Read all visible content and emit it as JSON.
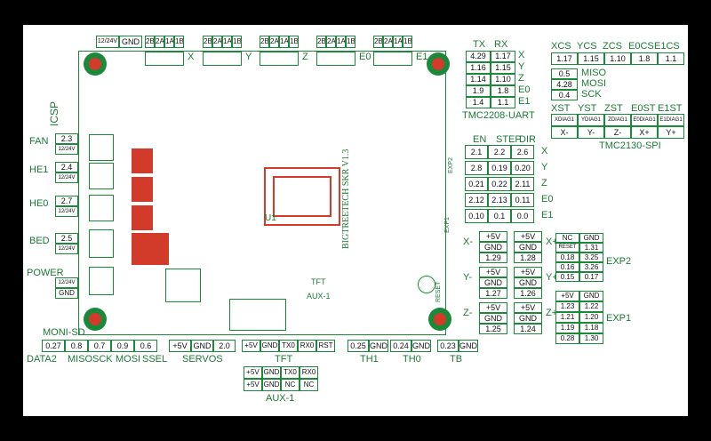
{
  "board": {
    "name": "BIGTREETECH SKR V1.3",
    "colors": {
      "background": "#ffffff",
      "outline": "#1a8a3a",
      "copper": "#d23a2a",
      "text": "#1a7a34",
      "frame": "#000000"
    }
  },
  "top_connectors": {
    "power_header": [
      "12/24V",
      "GND"
    ],
    "motor_pins": [
      "2B",
      "2A",
      "1A",
      "1B"
    ],
    "axes": [
      "X",
      "Y",
      "Z",
      "E0",
      "E1"
    ]
  },
  "uart": {
    "title": "TMC2208-UART",
    "headers": [
      "TX",
      "RX"
    ],
    "rows": [
      [
        "4.29",
        "1.17",
        "X"
      ],
      [
        "1.16",
        "1.15",
        "Y"
      ],
      [
        "1.14",
        "1.10",
        "Z"
      ],
      [
        "1.9",
        "1.8",
        "E0"
      ],
      [
        "1.4",
        "1.1",
        "E1"
      ]
    ]
  },
  "spi": {
    "title": "TMC2130-SPI",
    "cs_headers": [
      "XCS",
      "YCS",
      "ZCS",
      "E0CS",
      "E1CS"
    ],
    "cs_values": [
      "1.17",
      "1.15",
      "1.10",
      "1.8",
      "1.1"
    ],
    "bus": [
      [
        "0.5",
        "MISO"
      ],
      [
        "4.28",
        "MOSI"
      ],
      [
        "0.4",
        "SCK"
      ]
    ],
    "st_headers": [
      "XST",
      "YST",
      "ZST",
      "E0ST",
      "E1ST"
    ],
    "diag": [
      "XDIAG1",
      "YDIAG1",
      "ZDIAG1",
      "E0DIAG1",
      "E1DIAG1"
    ],
    "dirs": [
      "X-",
      "Y-",
      "Z-",
      "X+",
      "Y+"
    ]
  },
  "stepper": {
    "headers": [
      "EN",
      "STEP",
      "DIR"
    ],
    "rows": [
      [
        "2.1",
        "2.2",
        "2.6",
        "X"
      ],
      [
        "2.8",
        "0.19",
        "0.20",
        "Y"
      ],
      [
        "0.21",
        "0.22",
        "2.11",
        "Z"
      ],
      [
        "2.12",
        "2.13",
        "0.11",
        "E0"
      ],
      [
        "0.10",
        "0.1",
        "0.0",
        "E1"
      ]
    ]
  },
  "endstops": [
    {
      "label": "X-",
      "rows": [
        "+5V",
        "GND",
        "1.29"
      ]
    },
    {
      "label": "X+",
      "rows": [
        "+5V",
        "GND",
        "1.28"
      ]
    },
    {
      "label": "Y-",
      "rows": [
        "+5V",
        "GND",
        "1.27"
      ]
    },
    {
      "label": "Y+",
      "rows": [
        "+5V",
        "GND",
        "1.26"
      ]
    },
    {
      "label": "Z-",
      "rows": [
        "+5V",
        "GND",
        "1.25"
      ]
    },
    {
      "label": "Z+",
      "rows": [
        "+5V",
        "GND",
        "1.24"
      ]
    }
  ],
  "exp2": {
    "label": "EXP2",
    "rows": [
      [
        "NC",
        "GND"
      ],
      [
        "RESET",
        "1.31"
      ],
      [
        "0.18",
        "3.25"
      ],
      [
        "0.16",
        "3.26"
      ],
      [
        "0.15",
        "0.17"
      ]
    ]
  },
  "exp1": {
    "label": "EXP1",
    "rows": [
      [
        "+5V",
        "GND"
      ],
      [
        "1.23",
        "1.22"
      ],
      [
        "1.21",
        "1.20"
      ],
      [
        "1.19",
        "1.18"
      ],
      [
        "0.28",
        "1.30"
      ]
    ]
  },
  "left_outputs": [
    {
      "label": "FAN",
      "pin": "2.3",
      "volt": "12/24V"
    },
    {
      "label": "HE1",
      "pin": "2.4",
      "volt": "12/24V"
    },
    {
      "label": "HE0",
      "pin": "2.7",
      "volt": "12/24V"
    },
    {
      "label": "BED",
      "pin": "2.5",
      "volt": "12/24V"
    }
  ],
  "power": {
    "label": "POWER",
    "rows": [
      "12/24V",
      "GND"
    ]
  },
  "icsp": "ICSP",
  "moni_sd": {
    "label": "MONI-SD",
    "pins": [
      "0.27",
      "0.8",
      "0.7",
      "0.9",
      "0.6"
    ],
    "names": [
      "DATA2",
      "MISO",
      "SCK",
      "MOSI",
      "SSEL"
    ]
  },
  "servos": {
    "label": "SERVOS",
    "pins": [
      "+5V",
      "GND",
      "2.0"
    ]
  },
  "tft": {
    "label": "TFT",
    "pins": [
      "+5V",
      "GND",
      "TX0",
      "RX0",
      "RST"
    ]
  },
  "aux1": {
    "label": "AUX-1",
    "rows": [
      [
        "+5V",
        "GND",
        "TX0",
        "RX0"
      ],
      [
        "+5V",
        "GND",
        "NC",
        "NC"
      ]
    ]
  },
  "thermistors": [
    {
      "label": "TH1",
      "pins": [
        "0.25",
        "GND"
      ]
    },
    {
      "label": "TH0",
      "pins": [
        "0.24",
        "GND"
      ]
    },
    {
      "label": "TB",
      "pins": [
        "0.23",
        "GND"
      ]
    }
  ],
  "silk": {
    "tft": "TFT",
    "aux": "AUX-1",
    "exp1": "EXP1",
    "exp2": "EXP2",
    "reset": "RESET",
    "u1": "U1"
  }
}
